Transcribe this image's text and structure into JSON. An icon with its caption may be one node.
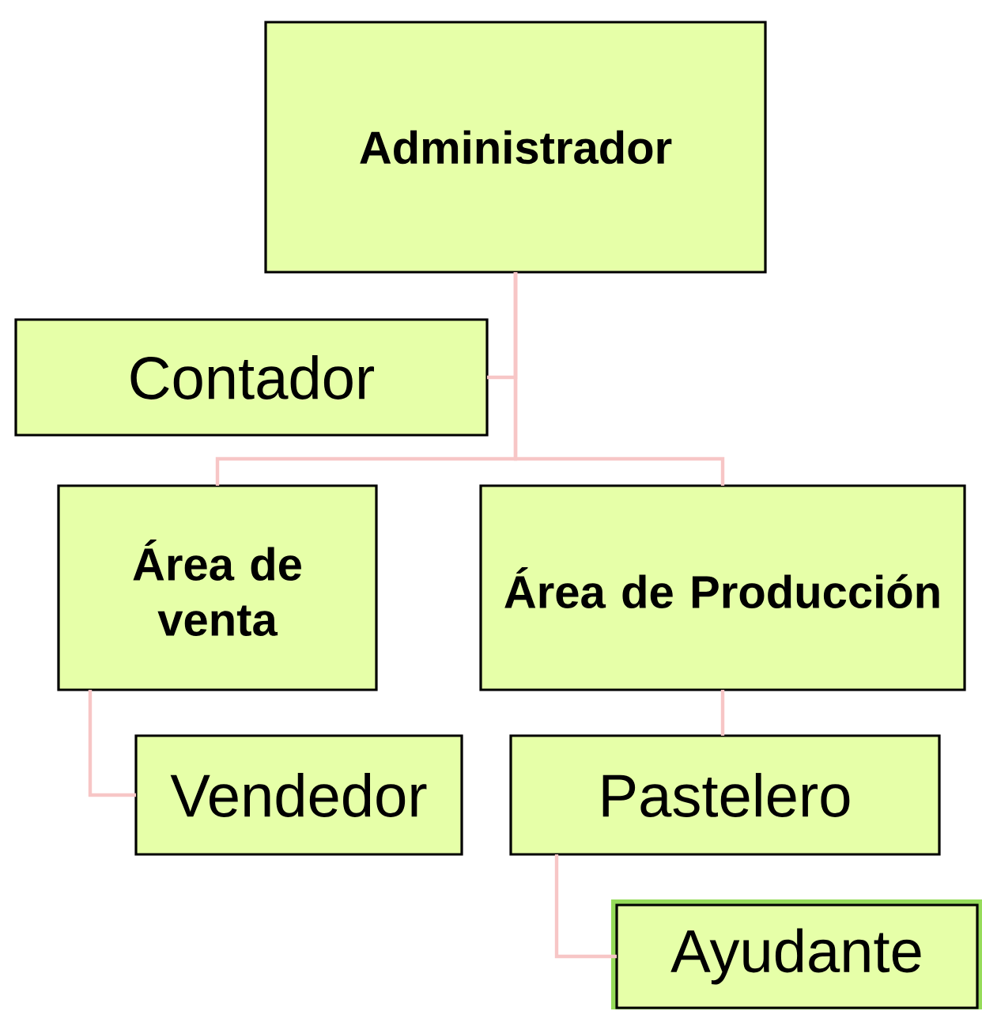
{
  "diagram": {
    "nodes": [
      {
        "text": [
          "Administrador"
        ]
      },
      {
        "text": [
          "Contador"
        ]
      },
      {
        "text": [
          "Área de venta"
        ]
      },
      {
        "text": [
          "Área  de Producción"
        ]
      },
      {
        "text": [
          "Vendedor"
        ]
      },
      {
        "text": [
          "Pastelero"
        ]
      },
      {
        "text": [
          "Ayudante"
        ]
      }
    ],
    "edges": [
      {
        "from": 0,
        "to": 1,
        "arrow": "none"
      },
      {
        "from": 0,
        "to": 2,
        "arrow": "none"
      },
      {
        "from": 0,
        "to": 3,
        "arrow": "none"
      },
      {
        "from": 2,
        "to": 4,
        "arrow": "none"
      },
      {
        "from": 3,
        "to": 5,
        "arrow": "none"
      },
      {
        "from": 5,
        "to": 6,
        "arrow": "none"
      }
    ]
  }
}
